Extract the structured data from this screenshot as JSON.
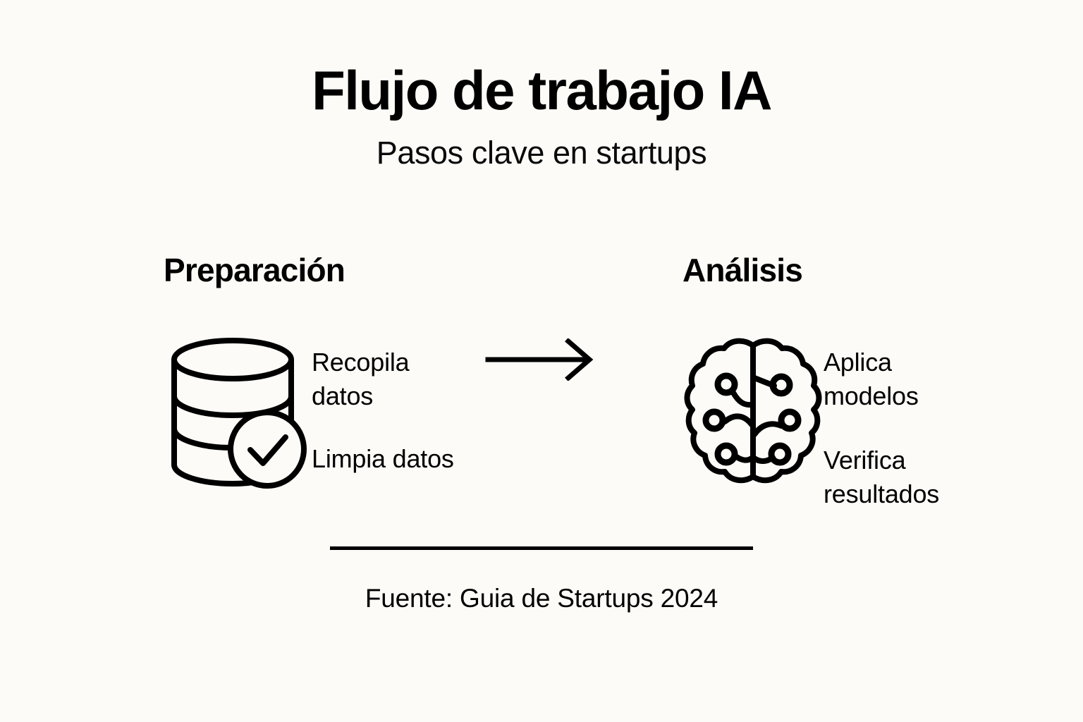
{
  "background_color": "#FCFBF7",
  "ink_color": "#000000",
  "header": {
    "title": "Flujo de trabajo IA",
    "subtitle": "Pasos clave en startups"
  },
  "columns": [
    {
      "heading": "Preparación",
      "icon": "database-check-icon",
      "steps": [
        "Recopila datos",
        "Limpia datos"
      ]
    },
    {
      "heading": "Análisis",
      "icon": "brain-icon",
      "steps": [
        "Aplica modelos",
        "Verifica resultados"
      ]
    }
  ],
  "flow": {
    "arrow": "arrow-right-icon",
    "direction": "left-to-right"
  },
  "footer": {
    "divider": true,
    "source": "Fuente: Guia de Startups 2024"
  }
}
